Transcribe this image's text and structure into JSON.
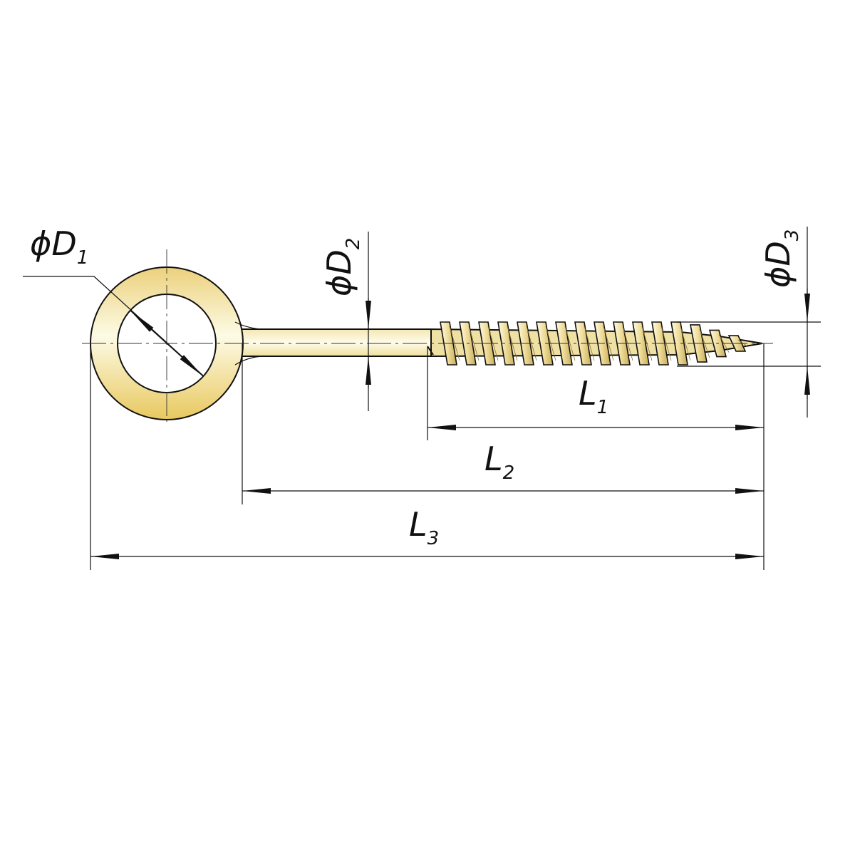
{
  "colors": {
    "metal_light": "#fdfbe4",
    "metal_mid": "#f1e3a7",
    "metal_dark": "#e6c45c",
    "line": "#111111"
  },
  "dimensions": {
    "d1": {
      "sym": "ϕ",
      "letter": "D",
      "sub": "1"
    },
    "d2": {
      "sym": "ϕ",
      "letter": "D",
      "sub": "2"
    },
    "d3": {
      "sym": "ϕ",
      "letter": "D",
      "sub": "3"
    },
    "l1": {
      "letter": "L",
      "sub": "1"
    },
    "l2": {
      "letter": "L",
      "sub": "2"
    },
    "l3": {
      "letter": "L",
      "sub": "3"
    }
  }
}
